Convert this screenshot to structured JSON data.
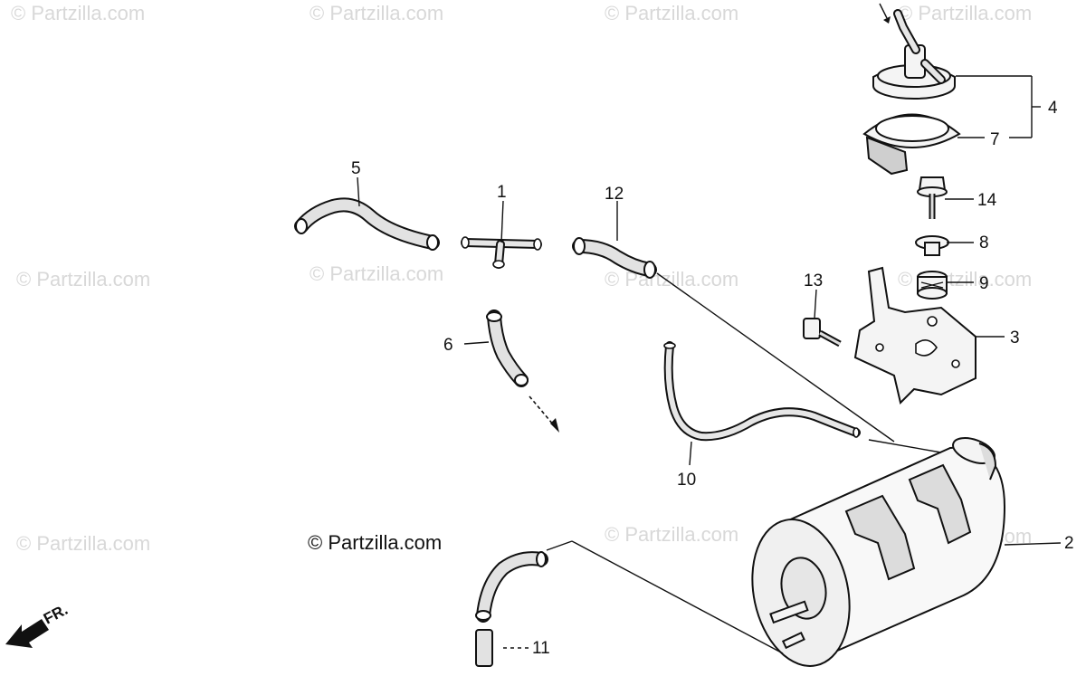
{
  "watermark": "© Partzilla.com",
  "copyright": "© Partzilla.com",
  "direction_label": "FR.",
  "callouts": {
    "c1": "1",
    "c2": "2",
    "c3": "3",
    "c4": "4",
    "c5": "5",
    "c6": "6",
    "c7": "7",
    "c8": "8",
    "c9": "9",
    "c10": "10",
    "c11": "11",
    "c12": "12",
    "c13": "13",
    "c14": "14"
  }
}
